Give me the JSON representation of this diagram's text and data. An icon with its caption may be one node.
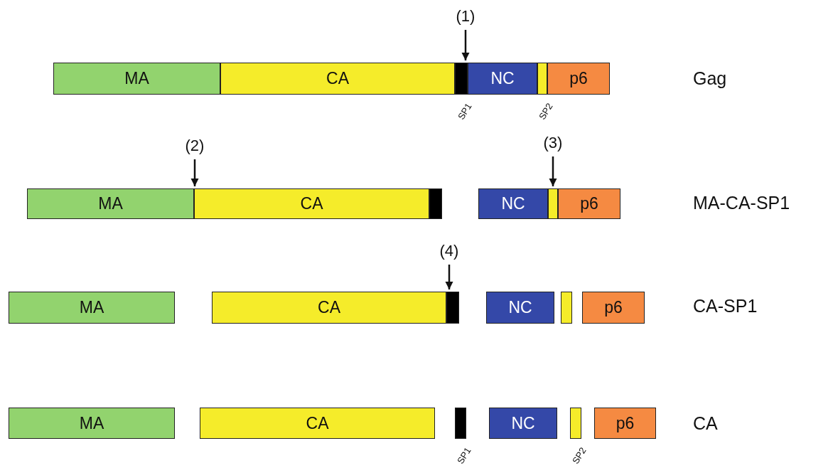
{
  "diagram": {
    "nodes": [
      {
        "text": [
          "(1)"
        ]
      },
      {
        "text": [
          "MA"
        ]
      },
      {
        "text": [
          "CA"
        ]
      },
      {
        "text": [],
        "shape": "box",
        "beside": [
          "SP1"
        ]
      },
      {
        "text": [
          "NC"
        ]
      },
      {
        "text": [],
        "shape": "box",
        "beside": [
          "SP2"
        ]
      },
      {
        "text": [
          "p6"
        ]
      },
      {
        "text": [
          "(2)"
        ]
      },
      {
        "text": [
          "(3)"
        ]
      },
      {
        "text": [
          "MA"
        ]
      },
      {
        "text": [
          "CA"
        ]
      },
      {
        "text": [],
        "shape": "box"
      },
      {
        "text": [
          "NC"
        ]
      },
      {
        "text": [],
        "shape": "box"
      },
      {
        "text": [
          "p6"
        ]
      },
      {
        "text": [
          "(4)"
        ]
      },
      {
        "text": [
          "MA"
        ]
      },
      {
        "text": [
          "CA"
        ]
      },
      {
        "text": [],
        "shape": "box"
      },
      {
        "text": [
          "NC"
        ]
      },
      {
        "text": [],
        "shape": "box"
      },
      {
        "text": [
          "p6"
        ]
      },
      {
        "text": [
          "MA"
        ]
      },
      {
        "text": [
          "CA"
        ]
      },
      {
        "text": [],
        "shape": "box",
        "beside": [
          "SP1"
        ]
      },
      {
        "text": [
          "NC"
        ]
      },
      {
        "text": [],
        "shape": "box",
        "beside": [
          "SP2"
        ]
      },
      {
        "text": [
          "p6"
        ]
      }
    ],
    "edges": [
      {
        "from": 0,
        "to": 3,
        "arrow": "to"
      },
      {
        "from": 7,
        "to": 9,
        "arrow": "to"
      },
      {
        "from": 8,
        "to": 13,
        "arrow": "to"
      },
      {
        "from": 15,
        "to": 18,
        "arrow": "to"
      }
    ],
    "labels": [
      "Gag",
      "MA-CA-SP1",
      "CA-SP1",
      "CA"
    ]
  }
}
